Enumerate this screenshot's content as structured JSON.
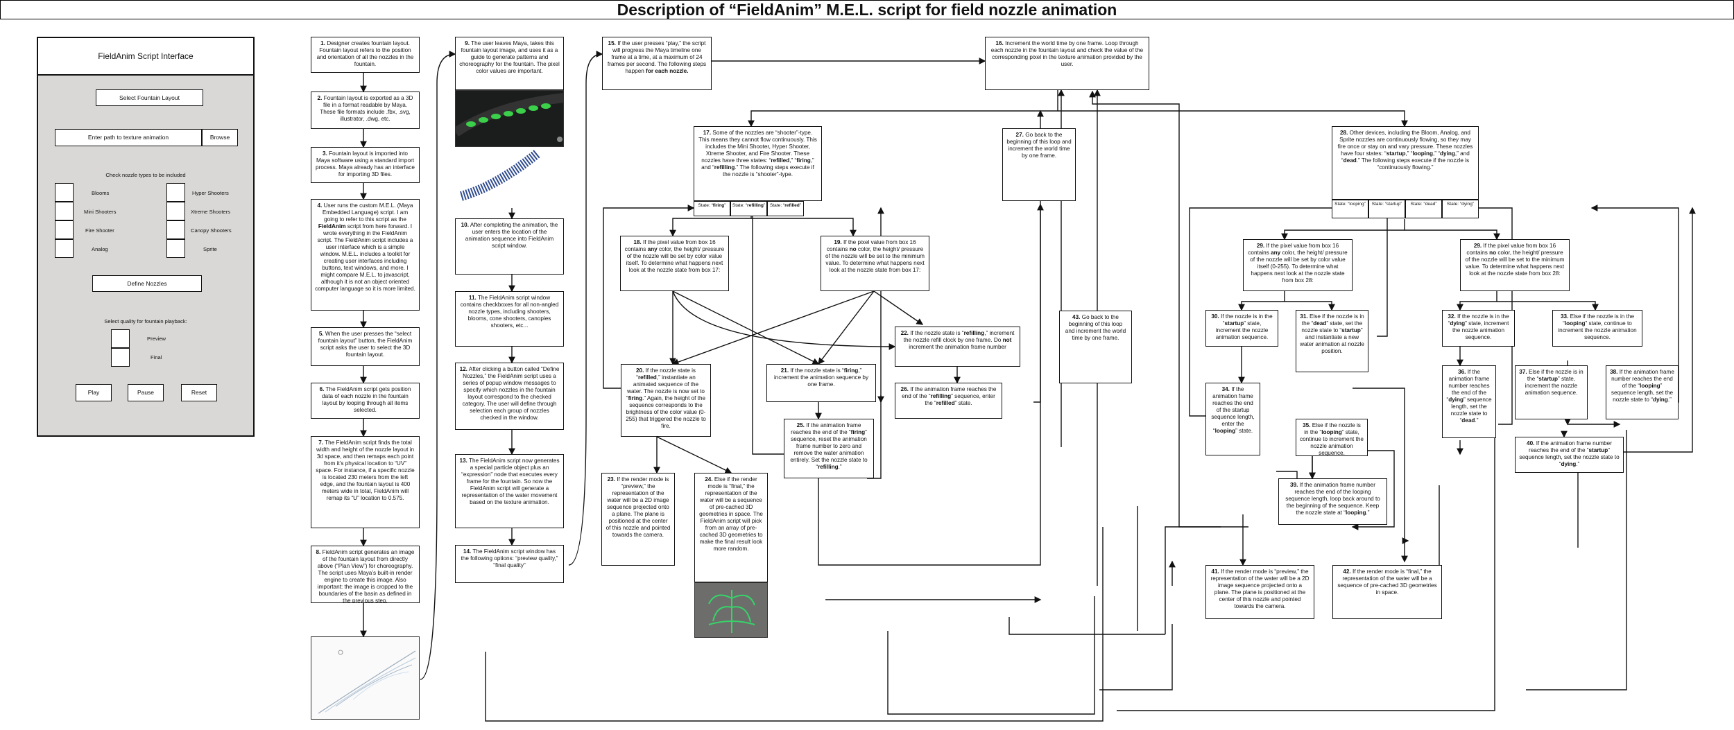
{
  "title": "Description of “FieldAnim” M.E.L. script for field nozzle animation",
  "ui": {
    "window_title": "FieldAnim Script Interface",
    "select_layout": "Select Fountain Layout",
    "path_field": "Enter path to texture animation",
    "browse": "Browse",
    "check_label": "Check nozzle types to be included",
    "nozzles_left": [
      "Blooms",
      "Mini Shooters",
      "Fire Shooter",
      "Analog"
    ],
    "nozzles_right": [
      "Hyper Shooters",
      "Xtreme Shooters",
      "Canopy Shooters",
      "Sprite"
    ],
    "define": "Define Nozzles",
    "quality_label": "Select quality for fountain playback:",
    "quality_options": [
      "Preview",
      "Final"
    ],
    "play": "Play",
    "pause": "Pause",
    "reset": "Reset"
  },
  "boxes": [
    {
      "id": "b1",
      "html": "<b>1.</b> Designer creates fountain layout. Fountain layout refers to the position and orientation of all the nozzles in the fountain."
    },
    {
      "id": "b2",
      "html": "<b>2.</b> Fountain layout is exported as a 3D file in a format readable by Maya. These file formats include .fbx, .svg, illustrator, .dwg, etc."
    },
    {
      "id": "b3",
      "html": "<b>3.</b> Fountain layout is imported into Maya software using a standard import process. Maya already has an interface for importing 3D files."
    },
    {
      "id": "b4",
      "html": "<b>4.</b> User runs the custom M.E.L. (Maya Embedded Language) script. I am going to refer to this script as the <b>FieldAnim</b> script from here forward. I wrote everything in the FieldAnim script. The FieldAnim script includes a user interface which is a simple window. M.E.L. includes a toolkit for creating user interfaces including buttons, text windows, and more. I might compare M.E.L. to javascript, although it is not an object oriented computer language so it is more limited."
    },
    {
      "id": "b5",
      "html": "<b>5.</b> When the user presses the “select fountain layout” button, the FieldAnim script asks the user to select the 3D fountain layout."
    },
    {
      "id": "b6",
      "html": "<b>6.</b> The FieldAnim script gets position data of each nozzle in the fountain layout by looping through all items selected."
    },
    {
      "id": "b7",
      "html": "<b>7.</b> The FieldAnim script finds the total width and height of the nozzle layout in 3d space, and then remaps each point from it’s physical location to “UV” space. For instance, if a specific nozzle is located 230 meters from the left edge, and the fountain layout is 400 meters wide in total, FieldAnim will remap its “U” location to 0.575."
    },
    {
      "id": "b8",
      "html": "<b>8.</b> FieldAnim script generates an image of the fountain layout from directly above (“Plan View”) for choreography. The script uses Maya’s built-in render engine to create this image.  Also important: the image is cropped to the boundaries of the basin as defined in the previous step."
    },
    {
      "id": "b9",
      "html": "<b>9.</b> The user leaves Maya, takes this fountain layout image, and uses it as a guide to generate patterns and choreography for the fountain. The pixel color values are important."
    },
    {
      "id": "b10",
      "html": "<b>10.</b> After completing the animation, the user enters the location of the animation sequence into FieldAnim script window."
    },
    {
      "id": "b11",
      "html": "<b>11.</b> The FieldAnim script window contains checkboxes for all non-angled nozzle types, including shooters, blooms, cone shooters, canopies shooters, etc..."
    },
    {
      "id": "b12",
      "html": "<b>12.</b> After clicking a button called “Define Nozzles,” the FieldAnim script uses a series of popup window messages to specify which nozzles in the fountain layout correspond to the checked category. The user will define through selection each group of nozzles checked in the window."
    },
    {
      "id": "b13",
      "html": "<b>13.</b> The FieldAnim script now generates a special particle object plus an “expression” node that executes every frame for the fountain. So now the FieldAnim script will generate a representation of the water movement based on the texture animation."
    },
    {
      "id": "b14",
      "html": "<b>14.</b> The FieldAnim script window has the following options: “preview quality,” “final quality”"
    },
    {
      "id": "b15",
      "html": "<b>15.</b> If the user presses “play,” the script will progress the Maya timeline one frame at a time, at a maximum of 24 frames per second.  The following steps happen <b>for each nozzle.</b>"
    },
    {
      "id": "b16",
      "html": "<b>16.</b> Increment the world time by one frame. Loop through each nozzle in the fountain layout and check the value of the corresponding pixel in the texture animation provided by the user."
    },
    {
      "id": "b17",
      "html": "<b>17.</b> Some of the nozzles are “shooter”-type. This means they cannot flow continuously. This includes the Mini Shooter, Hyper Shooter, Xtreme Shooter, and Fire Shooter. These nozzles have three states: “<b>refilled</b>,” “<b>firing</b>,” and “<b>refilling</b>.” The following steps execute if the nozzle is “shooter”-type."
    },
    {
      "id": "b27",
      "html": "<b>27.</b> Go back to the beginning of this loop and increment the world time by one frame."
    },
    {
      "id": "b28",
      "html": "<b>28.</b> Other devices, including the Bloom, Analog, and Sprite nozzles are continuously flowing, so they may fire once or stay on and vary pressure. These nozzles have four states: “<b>startup</b>,” “<b>looping</b>,” “<b>dying</b>,” and “<b>dead</b>.” The following steps execute if the nozzle is “continuously flowing.”"
    },
    {
      "id": "b18",
      "html": "<b>18.</b> If the pixel value from box 16 contains <b>any</b> color, the height/ pressure of the nozzle will be set by color value itself. To determine what happens next look at the nozzle state from box 17:"
    },
    {
      "id": "b19",
      "html": "<b>19.</b> If the pixel value from box 16 contains <b>no</b> color, the height/ pressure of the nozzle will be set to the minimum value. To determine what happens next look at the nozzle state from box 17:"
    },
    {
      "id": "b22",
      "html": "<b>22.</b> If the nozzle state is “<b>refilling</b>,” increment the nozzle refill clock by one frame. Do <b>not</b> increment the animation frame number"
    },
    {
      "id": "b20",
      "html": "<b>20.</b> If the nozzle state is “<b>refilled</b>,” instantiate an animated sequence of the water. The nozzle is now set to “<b>firing</b>.” Again, the height of the sequence corresponds to the brightness of the color value (0-255) that triggered the nozzle to fire."
    },
    {
      "id": "b21",
      "html": "<b>21.</b> If the nozzle state is “<b>firing</b>,” increment the animation sequence by one frame."
    },
    {
      "id": "b26",
      "html": "<b>26.</b> If the animation frame reaches the end of the “<b>refilling</b>” sequence, enter the “<b>refilled</b>” state."
    },
    {
      "id": "b25",
      "html": "<b>25.</b> If the animation frame reaches the end of the “<b>firing</b>” sequence, reset the animation frame number to zero and remove the water animation entirely. Set the nozzle state to “<b>refilling</b>.”"
    },
    {
      "id": "b23",
      "html": "<b>23.</b> If the render mode is “preview,” the representation of the water will be a 2D image sequence projected onto a plane. The plane is positioned at the center of this nozzle and pointed towards the camera."
    },
    {
      "id": "b24",
      "html": "<b>24.</b> Else if the render mode is “final,” the representation of the water will be a sequence of pre-cached 3D geometries in space.  The FieldAnim script will pick from an array of pre-cached 3D geometries to make the final result look more random."
    },
    {
      "id": "b43",
      "html": "<b>43.</b> Go back to the beginning of this loop and increment the world time by one frame."
    },
    {
      "id": "b29a",
      "html": "<b>29.</b> If the pixel value from box 16 contains <b>any</b> color, the height/ pressure of the nozzle will be set by color value itself (0-255). To determine what happens next look at the nozzle state from box 28:"
    },
    {
      "id": "b29b",
      "html": "<b>29.</b> If the pixel value from box 16 contains <b>no</b> color, the height/ pressure of the nozzle will be set to the minimum value. To determine what happens next look at the nozzle state from box 28:"
    },
    {
      "id": "b30",
      "html": "<b>30.</b> If the nozzle is in the “<b>startup</b>” state, increment the nozzle animation sequence."
    },
    {
      "id": "b31",
      "html": "<b>31.</b> Else if the nozzle is in the “<b>dead</b>” state, set the nozzle state to “<b>startup</b>” and instantiate a new water animation at nozzle position."
    },
    {
      "id": "b32",
      "html": "<b>32.</b> If the nozzle is in the “<b>dying</b>” state, increment the nozzle animation sequence."
    },
    {
      "id": "b33",
      "html": "<b>33.</b> Else if the nozzle is in the “<b>looping</b>” state, continue to increment the nozzle animation sequence."
    },
    {
      "id": "b34",
      "html": "<b>34.</b> If the animation frame reaches the end of the startup sequence length, enter the “<b>looping</b>” state."
    },
    {
      "id": "b35",
      "html": "<b>35.</b> Else if the nozzle is in the “<b>looping</b>” state, continue to increment the nozzle animation sequence."
    },
    {
      "id": "b36",
      "html": "<b>36.</b> If the animation frame number reaches the end of the “<b>dying</b>” sequence length, set the nozzle state to “<b>dead</b>.”"
    },
    {
      "id": "b37",
      "html": "<b>37.</b> Else if the nozzle is in the “<b>startup</b>” state, increment the nozzle animation sequence."
    },
    {
      "id": "b38",
      "html": "<b>38.</b> If the animation frame number reaches the end of the “<b>looping</b>” sequence length, set the nozzle state to “<b>dying</b>.”"
    },
    {
      "id": "b40",
      "html": "<b>40.</b> If the animation frame number reaches the end of the “<b>startup</b>” sequence length, set the nozzle state to “<b>dying</b>.”"
    },
    {
      "id": "b39",
      "html": "<b>39.</b> If the animation frame number reaches the end of the looping sequence length, loop back around to the beginning of the sequence. Keep the nozzle state at “<b>looping</b>.”"
    },
    {
      "id": "b41",
      "html": "<b>41.</b> If the render mode is “preview,” the representation of the water will be a 2D image sequence projected onto a plane. The plane is positioned at the center of this nozzle and pointed towards the camera."
    },
    {
      "id": "b42",
      "html": "<b>42.</b> If the render mode is “final,” the representation of the water will be a sequence of pre-cached 3D geometries in space."
    }
  ],
  "states_shooter": [
    "State: “<b>firing</b>”",
    "State: “<b>refilling</b>”",
    "State: “<b>refilled</b>”"
  ],
  "states_continuous": [
    "State: “looping”",
    "State: “startup”",
    "State: “dead”",
    "State: “dying”"
  ]
}
